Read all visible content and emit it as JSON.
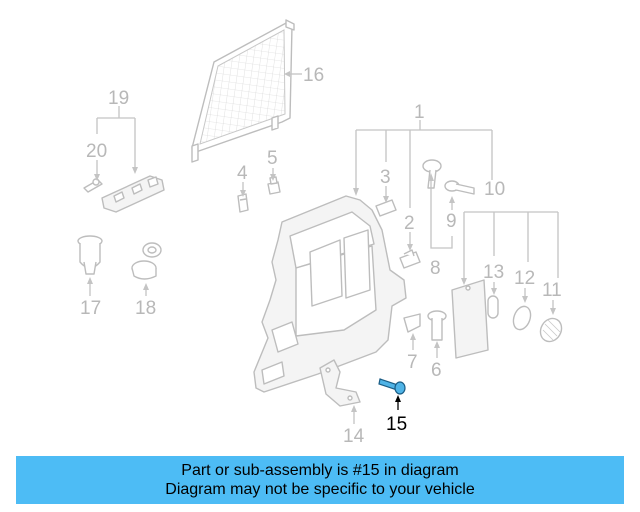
{
  "diagram": {
    "callouts": [
      {
        "id": "c1",
        "label": "1"
      },
      {
        "id": "c2",
        "label": "2"
      },
      {
        "id": "c3",
        "label": "3"
      },
      {
        "id": "c4",
        "label": "4"
      },
      {
        "id": "c5",
        "label": "5"
      },
      {
        "id": "c6",
        "label": "6"
      },
      {
        "id": "c7",
        "label": "7"
      },
      {
        "id": "c8",
        "label": "8"
      },
      {
        "id": "c9",
        "label": "9"
      },
      {
        "id": "c10",
        "label": "10"
      },
      {
        "id": "c11",
        "label": "11"
      },
      {
        "id": "c12",
        "label": "12"
      },
      {
        "id": "c13",
        "label": "13"
      },
      {
        "id": "c14",
        "label": "14"
      },
      {
        "id": "c15",
        "label": "15"
      },
      {
        "id": "c16",
        "label": "16"
      },
      {
        "id": "c17",
        "label": "17"
      },
      {
        "id": "c18",
        "label": "18"
      },
      {
        "id": "c19",
        "label": "19"
      },
      {
        "id": "c20",
        "label": "20"
      }
    ],
    "highlighted_part": "15",
    "colors": {
      "highlight_part": "#4fb3e6",
      "line_art": "#bdbdbd",
      "banner": "#4dbcf5"
    }
  },
  "banner": {
    "line1": "Part or sub-assembly is #15 in diagram",
    "line2": "Diagram may not be specific to your vehicle"
  }
}
